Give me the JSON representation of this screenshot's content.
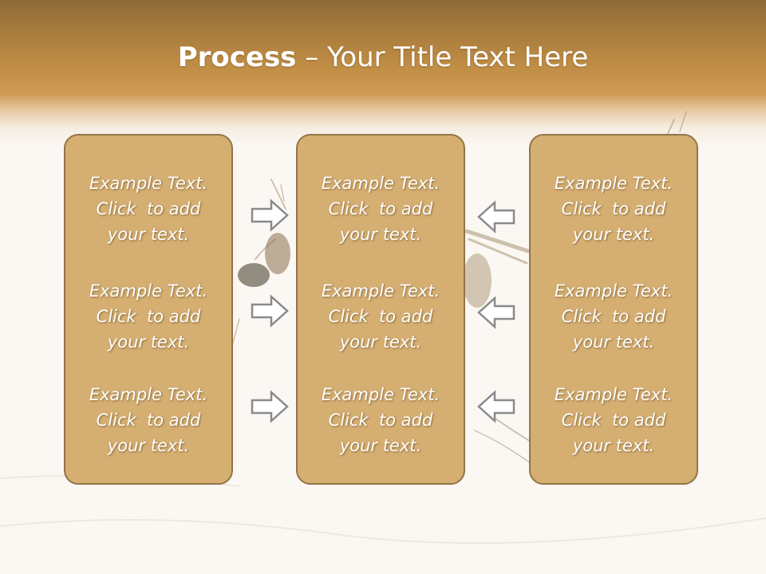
{
  "title": {
    "bold": "Process",
    "rest": " – Your Title Text Here"
  },
  "panels": [
    {
      "blocks": [
        {
          "line1": "Example Text.",
          "line2": "Click  to add",
          "line3": "your text."
        },
        {
          "line1": "Example Text.",
          "line2": "Click  to add",
          "line3": "your text."
        },
        {
          "line1": "Example Text.",
          "line2": "Click  to add",
          "line3": "your text."
        }
      ]
    },
    {
      "blocks": [
        {
          "line1": "Example Text.",
          "line2": "Click  to add",
          "line3": "your text."
        },
        {
          "line1": "Example Text.",
          "line2": "Click  to add",
          "line3": "your text."
        },
        {
          "line1": "Example Text.",
          "line2": "Click  to add",
          "line3": "your text."
        }
      ]
    },
    {
      "blocks": [
        {
          "line1": "Example Text.",
          "line2": "Click  to add",
          "line3": "your text."
        },
        {
          "line1": "Example Text.",
          "line2": "Click  to add",
          "line3": "your text."
        },
        {
          "line1": "Example Text.",
          "line2": "Click  to add",
          "line3": "your text."
        }
      ]
    }
  ],
  "arrows": {
    "left_column": "arrow-right-icon",
    "right_column": "arrow-left-icon"
  },
  "colors": {
    "header_dark": "#8e6a36",
    "header_mid": "#cf9b55",
    "panel_fill": "#d4ac6d",
    "panel_border": "#8f7142",
    "text": "#ffffff",
    "arrow_stroke": "#8a8a8a"
  }
}
